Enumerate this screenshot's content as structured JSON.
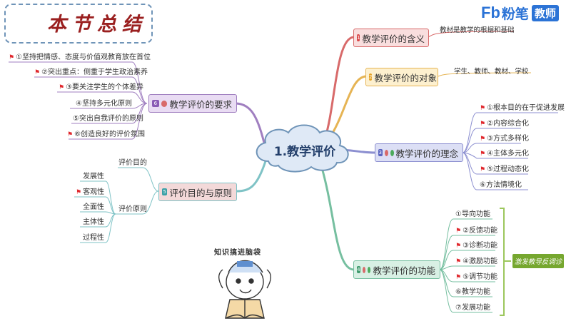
{
  "header": {
    "title": "本节总结"
  },
  "brand": {
    "fb": "Fb",
    "cn": "粉笔",
    "tag": "教师"
  },
  "center": {
    "label": "1.教学评价"
  },
  "branches": {
    "meaning": {
      "num": "1",
      "label": "教学评价的含义",
      "note": "教材是教学的根据和基础"
    },
    "object": {
      "num": "2",
      "label": "教学评价的对象",
      "note": "学生、教师、教材、学校"
    },
    "concept": {
      "num": "3",
      "label": "教学评价的理念",
      "items": [
        "①根本目的在于促进发展",
        "②内容综合化",
        "③方式多样化",
        "④主体多元化",
        "⑤过程动态化",
        "⑥方法情境化"
      ]
    },
    "function": {
      "num": "4",
      "label": "教学评价的功能",
      "items": [
        "①导向功能",
        "②反馈功能",
        "③诊断功能",
        "④激励功能",
        "⑤调节功能",
        "⑥教学功能",
        "⑦发展功能"
      ],
      "tag": "激发教导反调诊"
    },
    "requirements": {
      "num": "6",
      "label": "教学评价的要求",
      "items": [
        "①坚持把情感、态度与价值观教育放在首位",
        "②突出重点：侧重于学生政治素养",
        "③要关注学生的个体差异",
        "④坚持多元化原则",
        "⑤突出自我评价的原则",
        "⑥创造良好的评价氛围"
      ]
    },
    "purpose": {
      "num": "5",
      "label": "评价目的与原则",
      "sub1": "评价目的",
      "sub2": "评价原则",
      "items": [
        "发展性",
        "客观性",
        "全面性",
        "主体性",
        "过程性"
      ]
    }
  },
  "caption": "知识搞进脑袋",
  "colors": {
    "red": "#e0282d",
    "blue": "#2b73d6",
    "green": "#76a72f",
    "title": "#9a1f1f"
  }
}
